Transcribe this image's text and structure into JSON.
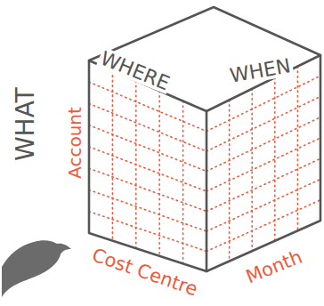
{
  "diagram": {
    "labels": [
      "WHERE",
      "WHEN",
      "WHAT",
      "Account",
      "Cost Centre",
      "Month"
    ]
  }
}
